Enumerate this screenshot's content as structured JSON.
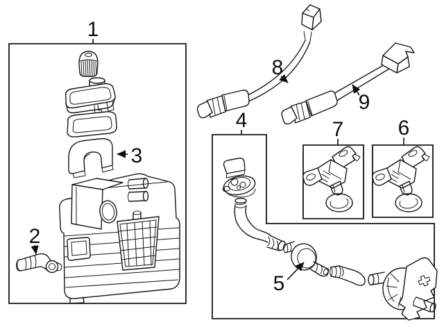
{
  "diagram": {
    "background": "#ffffff",
    "ink": "#141414",
    "callouts": [
      {
        "id": 1,
        "label": "1"
      },
      {
        "id": 2,
        "label": "2"
      },
      {
        "id": 3,
        "label": "3"
      },
      {
        "id": 4,
        "label": "4"
      },
      {
        "id": 5,
        "label": "5"
      },
      {
        "id": 6,
        "label": "6"
      },
      {
        "id": 7,
        "label": "7"
      },
      {
        "id": 8,
        "label": "8"
      },
      {
        "id": 9,
        "label": "9"
      }
    ]
  }
}
